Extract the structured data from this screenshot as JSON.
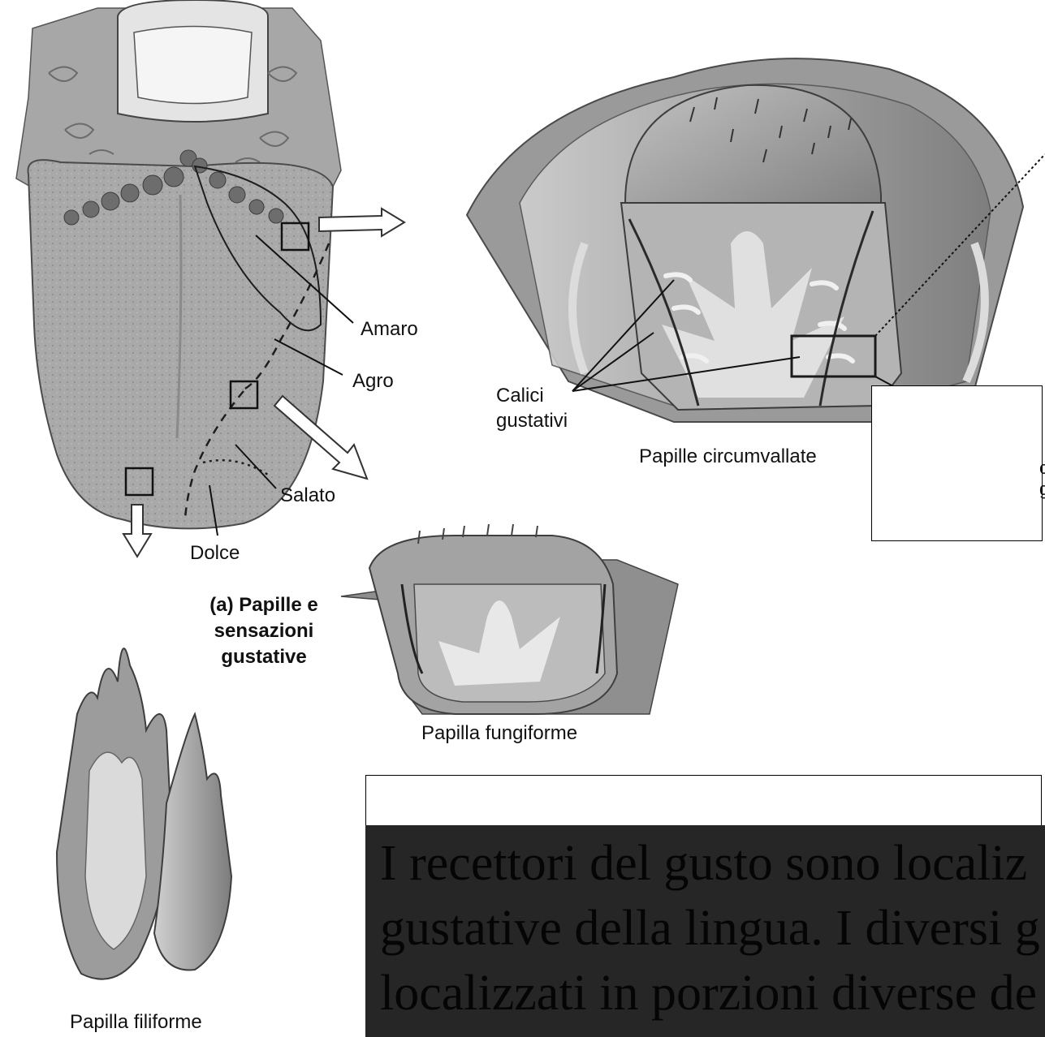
{
  "labels": {
    "amaro": "Amaro",
    "agro": "Agro",
    "salato": "Salato",
    "dolce": "Dolce",
    "calici_line1": "Calici",
    "calici_line2": "gustativi",
    "circumvallate": "Papille circumvallate",
    "fungiforme": "Papilla fungiforme",
    "filiforme": "Papilla filiforme",
    "panel_a_line1": "(a) Papille e",
    "panel_a_line2": "sensazioni",
    "panel_a_line3": "gustative",
    "cut_glyph_1": "c",
    "cut_glyph_2": "g"
  },
  "caption": {
    "line1": "I recettori del gusto sono localiz",
    "line2": "gustative della lingua. I diversi g",
    "line3": "localizzati in porzioni diverse de"
  },
  "colors": {
    "tissue_light": "#b9b9b9",
    "tissue_mid": "#9a9a9a",
    "tissue_dark": "#6e6e6e",
    "caption_bg": "#262626"
  }
}
